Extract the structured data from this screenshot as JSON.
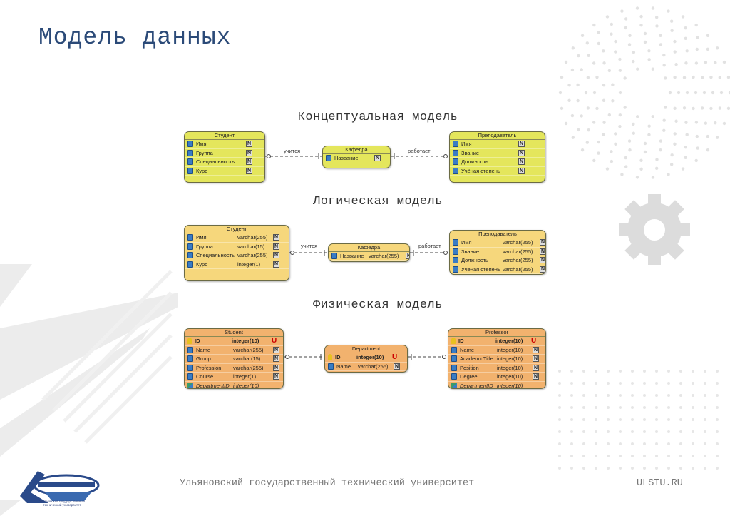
{
  "title": "Модель данных",
  "sections": {
    "conceptual": "Концептуальная модель",
    "logical": "Логическая модель",
    "physical": "Физическая модель"
  },
  "relations": {
    "conceptual": [
      "учится",
      "работает"
    ],
    "logical": [
      "учится",
      "работает"
    ]
  },
  "colors": {
    "title": "#2b4a78",
    "conceptual": "#e4e65c",
    "logical": "#f6d77c",
    "physical": "#f2b26e"
  },
  "entities": {
    "c1": {
      "name": "Студент",
      "rows": [
        {
          "icon": "column-icon",
          "name": "Имя",
          "flag": "N"
        },
        {
          "icon": "column-icon",
          "name": "Группа",
          "flag": "N"
        },
        {
          "icon": "column-icon",
          "name": "Специальность",
          "flag": "N"
        },
        {
          "icon": "column-icon",
          "name": "Курс",
          "flag": "N"
        }
      ]
    },
    "c2": {
      "name": "Кафедра",
      "rows": [
        {
          "icon": "column-icon",
          "name": "Название",
          "flag": "N"
        }
      ]
    },
    "c3": {
      "name": "Преподаватель",
      "rows": [
        {
          "icon": "column-icon",
          "name": "Имя",
          "flag": "N"
        },
        {
          "icon": "column-icon",
          "name": "Звание",
          "flag": "N"
        },
        {
          "icon": "column-icon",
          "name": "Должность",
          "flag": "N"
        },
        {
          "icon": "column-icon",
          "name": "Учёная степень",
          "flag": "N"
        }
      ]
    },
    "l1": {
      "name": "Студент",
      "rows": [
        {
          "icon": "column-icon",
          "name": "Имя",
          "type": "varchar(255)",
          "flag": "N"
        },
        {
          "icon": "column-icon",
          "name": "Группа",
          "type": "varchar(15)",
          "flag": "N"
        },
        {
          "icon": "column-icon",
          "name": "Специальность",
          "type": "varchar(255)",
          "flag": "N"
        },
        {
          "icon": "column-icon",
          "name": "Курс",
          "type": "integer(1)",
          "flag": "N"
        }
      ]
    },
    "l2": {
      "name": "Кафедра",
      "rows": [
        {
          "icon": "column-icon",
          "name": "Название",
          "type": "varchar(255)",
          "flag": "N"
        }
      ]
    },
    "l3": {
      "name": "Преподаватель",
      "rows": [
        {
          "icon": "column-icon",
          "name": "Имя",
          "type": "varchar(255)",
          "flag": "N"
        },
        {
          "icon": "column-icon",
          "name": "Звание",
          "type": "varchar(255)",
          "flag": "N"
        },
        {
          "icon": "column-icon",
          "name": "Должность",
          "type": "varchar(255)",
          "flag": "N"
        },
        {
          "icon": "column-icon",
          "name": "Учёная степень",
          "type": "varchar(255)",
          "flag": "N"
        }
      ]
    },
    "p1": {
      "name": "Student",
      "rows": [
        {
          "icon": "key-icon",
          "name": "ID",
          "type": "integer(10)",
          "flag": "U",
          "style": "bold"
        },
        {
          "icon": "column-icon",
          "name": "Name",
          "type": "varchar(255)",
          "flag": "N"
        },
        {
          "icon": "column-icon",
          "name": "Group",
          "type": "varchar(15)",
          "flag": "N"
        },
        {
          "icon": "column-icon",
          "name": "Profession",
          "type": "varchar(255)",
          "flag": "N"
        },
        {
          "icon": "column-icon",
          "name": "Course",
          "type": "integer(1)",
          "flag": "N"
        },
        {
          "icon": "foreign-key-icon",
          "name": "DepartmentID",
          "type": "integer(10)",
          "flag": "",
          "style": "it"
        }
      ]
    },
    "p2": {
      "name": "Department",
      "rows": [
        {
          "icon": "key-icon",
          "name": "ID",
          "type": "integer(10)",
          "flag": "U",
          "style": "bold"
        },
        {
          "icon": "column-icon",
          "name": "Name",
          "type": "varchar(255)",
          "flag": "N"
        }
      ]
    },
    "p3": {
      "name": "Professor",
      "rows": [
        {
          "icon": "key-icon",
          "name": "ID",
          "type": "integer(10)",
          "flag": "U",
          "style": "bold"
        },
        {
          "icon": "column-icon",
          "name": "Name",
          "type": "integer(10)",
          "flag": "N"
        },
        {
          "icon": "column-icon",
          "name": "AcademicTitle",
          "type": "integer(10)",
          "flag": "N"
        },
        {
          "icon": "column-icon",
          "name": "Position",
          "type": "integer(10)",
          "flag": "N"
        },
        {
          "icon": "column-icon",
          "name": "Degree",
          "type": "integer(10)",
          "flag": "N"
        },
        {
          "icon": "foreign-key-icon",
          "name": "DepartmentID",
          "type": "integer(10)",
          "flag": "",
          "style": "it"
        }
      ]
    }
  },
  "footer": {
    "university": "Ульяновский государственный технический университет",
    "site": "ULSTU.RU",
    "logo_text": "Ульяновский государственный технический университет"
  }
}
